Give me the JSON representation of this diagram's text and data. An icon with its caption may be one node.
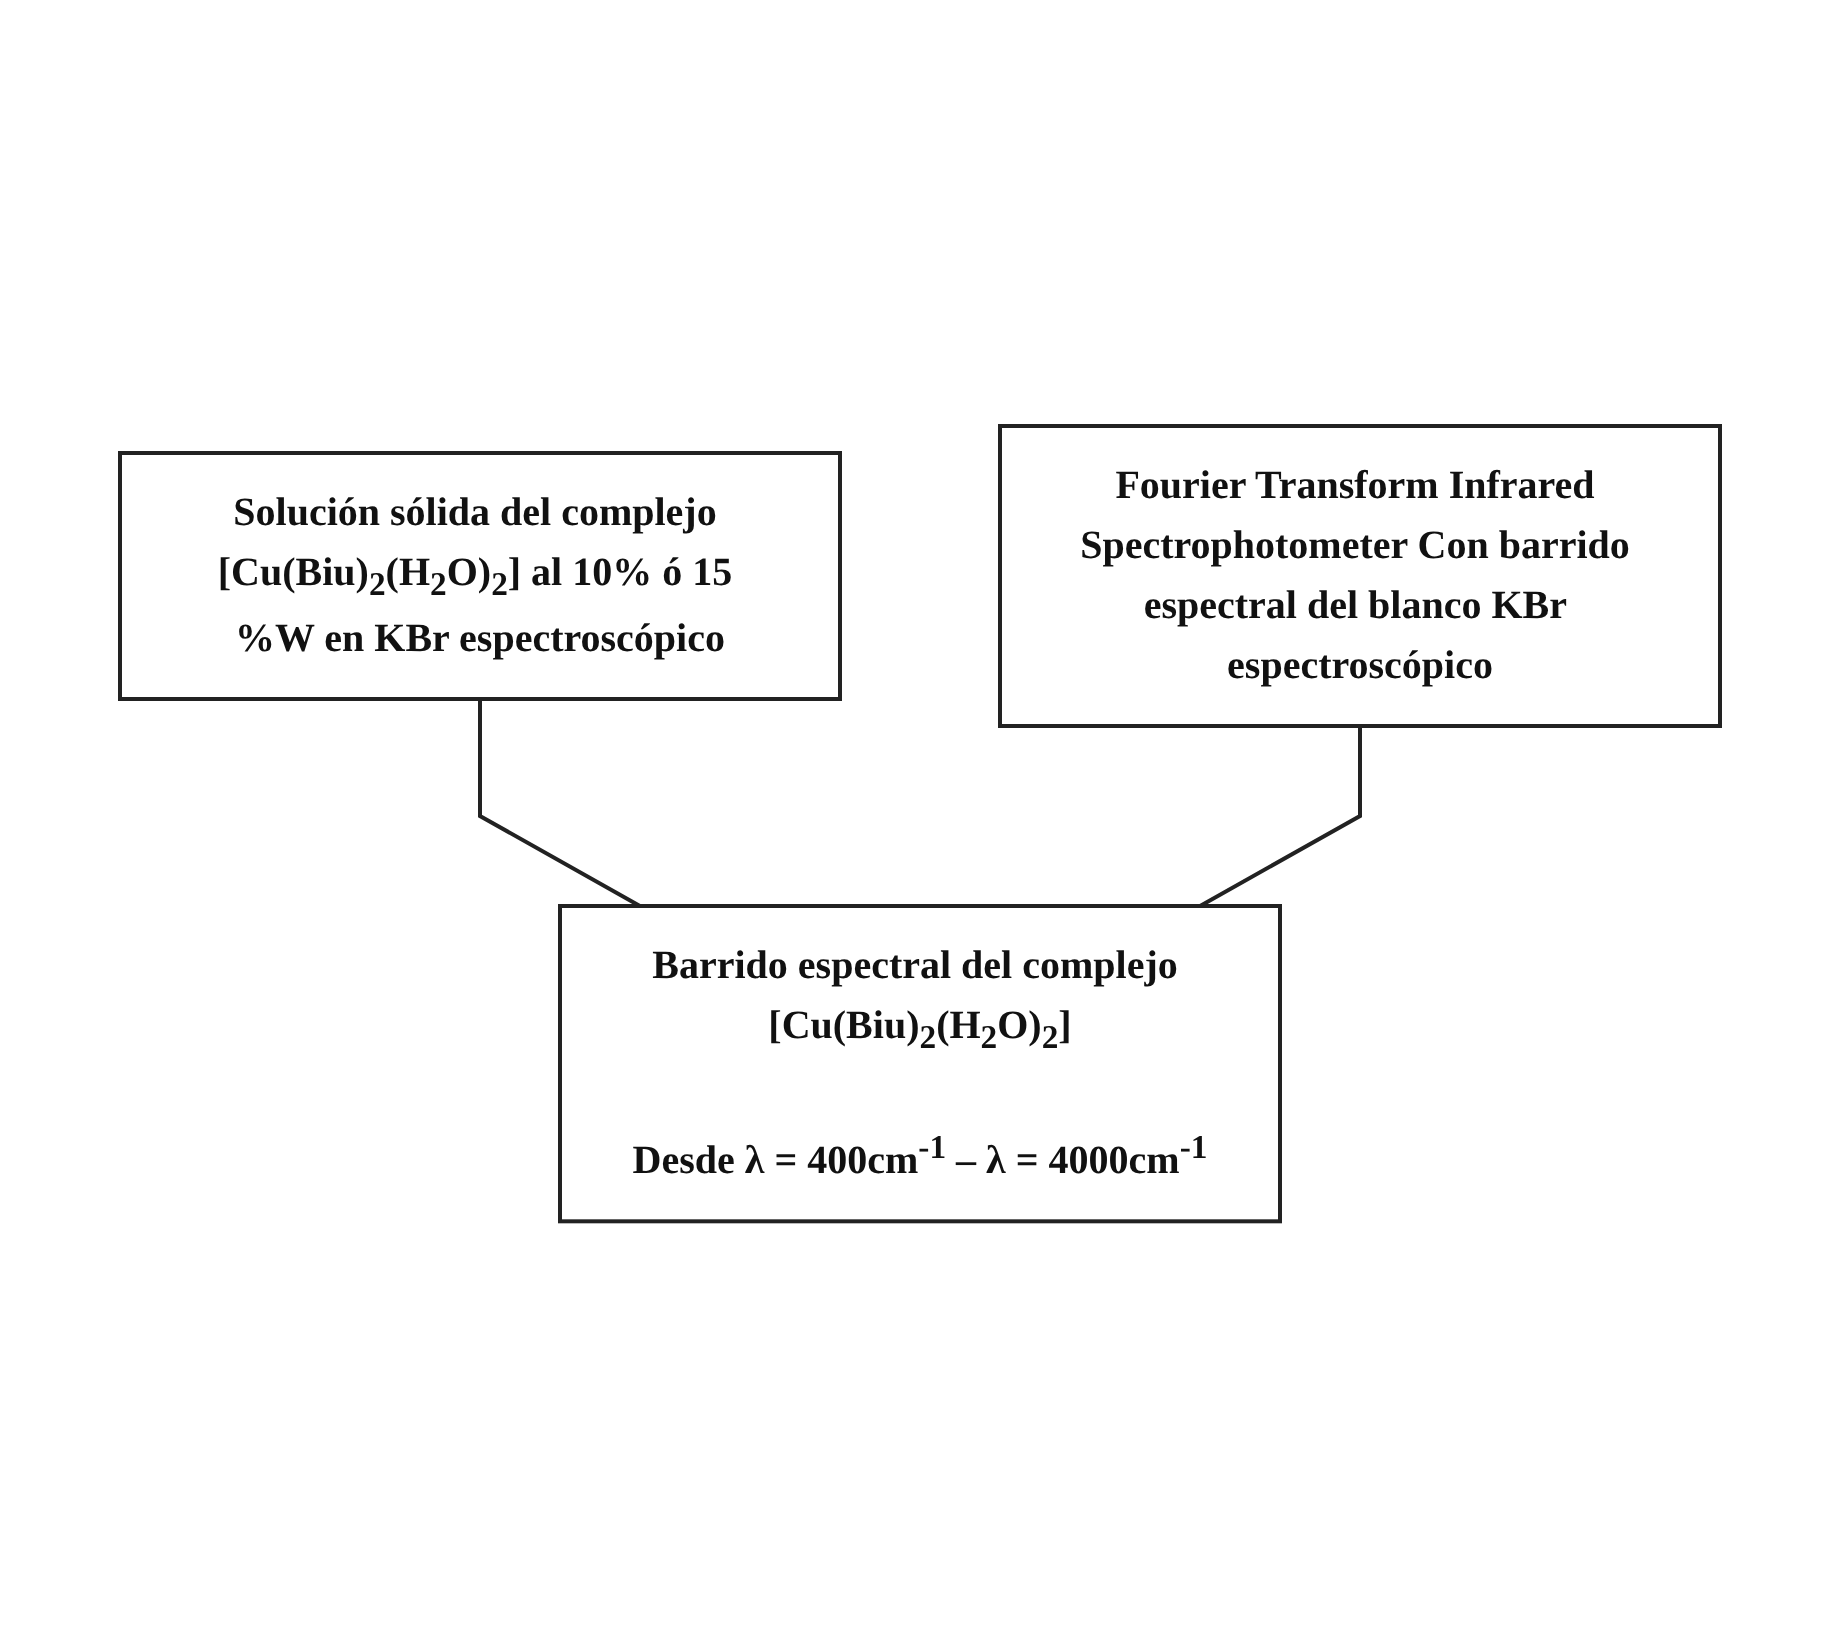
{
  "diagram": {
    "nodes": [
      {
        "text": [
          "Solución sólida del complejo [Cu(Biu)$_{2}$(H$_{2}$O)$_{2}$] al 10% ó 15 %W en KBr espectroscópico"
        ]
      },
      {
        "text": [
          "Fourier Transform Infrared Spectrophotometer Con barrido espectral del blanco KBr espectroscópico"
        ]
      },
      {
        "text": [
          "Barrido espectral del complejo [Cu(Biu)$_{2}$(H$_{2}$O)$_{2}$]",
          "Desde λ = 400cm$^{-1}$ – λ = 4000cm$^{-1}$"
        ]
      }
    ],
    "edges": [
      {
        "from": 0,
        "to": 2,
        "arrow": "none"
      },
      {
        "from": 1,
        "to": 2,
        "arrow": "none"
      }
    ]
  }
}
